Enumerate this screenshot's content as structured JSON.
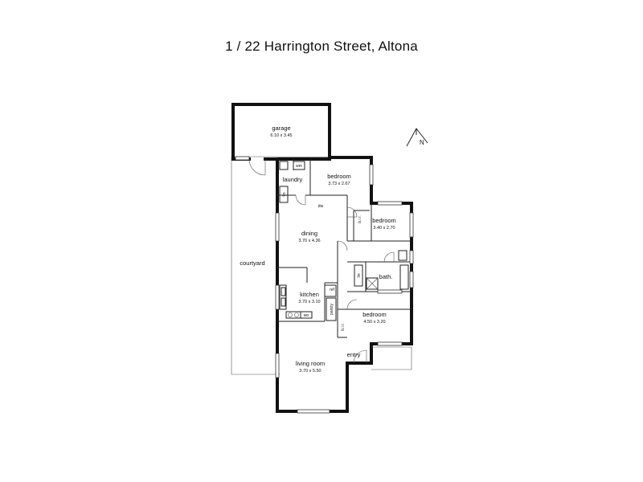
{
  "title": "1 / 22 Harrington Street,  Altona",
  "compass": "N",
  "rooms": {
    "garage": {
      "name": "garage",
      "size": "6.10  x  3.45"
    },
    "laundry": {
      "name": "laundry"
    },
    "bedroom1": {
      "name": "bedroom",
      "size": "3.73  x  2.67"
    },
    "bedroom2": {
      "name": "bedroom",
      "size": "3.40  x  2.70"
    },
    "bedroom3": {
      "name": "bedroom",
      "size": "4.50  x  3.20"
    },
    "dining": {
      "name": "dining",
      "size": "3.70  x  4.36"
    },
    "kitchen": {
      "name": "kitchen",
      "size": "3.70  x  3.10"
    },
    "living": {
      "name": "living room",
      "size": "3.70  x  5.50"
    },
    "bath": {
      "name": "bath."
    },
    "courtyard": {
      "name": "courtyard"
    },
    "entry": {
      "name": "entry"
    }
  },
  "fixtures": {
    "wm": "wm",
    "ref": "ref",
    "wo": "wo",
    "pantry": "pantry",
    "bir1": "b.i.r.",
    "bir2": "b.i.r.",
    "lin": "lin",
    "lin2": "lin",
    "dw": "dw"
  }
}
